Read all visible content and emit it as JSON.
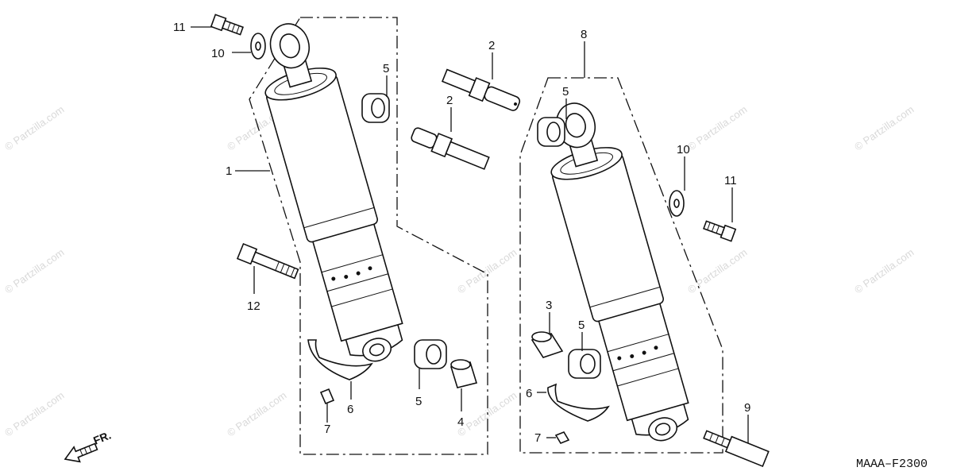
{
  "diagram": {
    "code": "MAAA–F2300",
    "front_label": "FR.",
    "watermark": "© Partzilla.com",
    "callouts": {
      "c1": "1",
      "c2a": "2",
      "c2b": "2",
      "c3": "3",
      "c4": "4",
      "c5a": "5",
      "c5b": "5",
      "c5c": "5",
      "c5d": "5",
      "c6a": "6",
      "c6b": "6",
      "c7a": "7",
      "c7b": "7",
      "c8": "8",
      "c9": "9",
      "c10a": "10",
      "c10b": "10",
      "c11a": "11",
      "c11b": "11",
      "c12": "12"
    }
  }
}
